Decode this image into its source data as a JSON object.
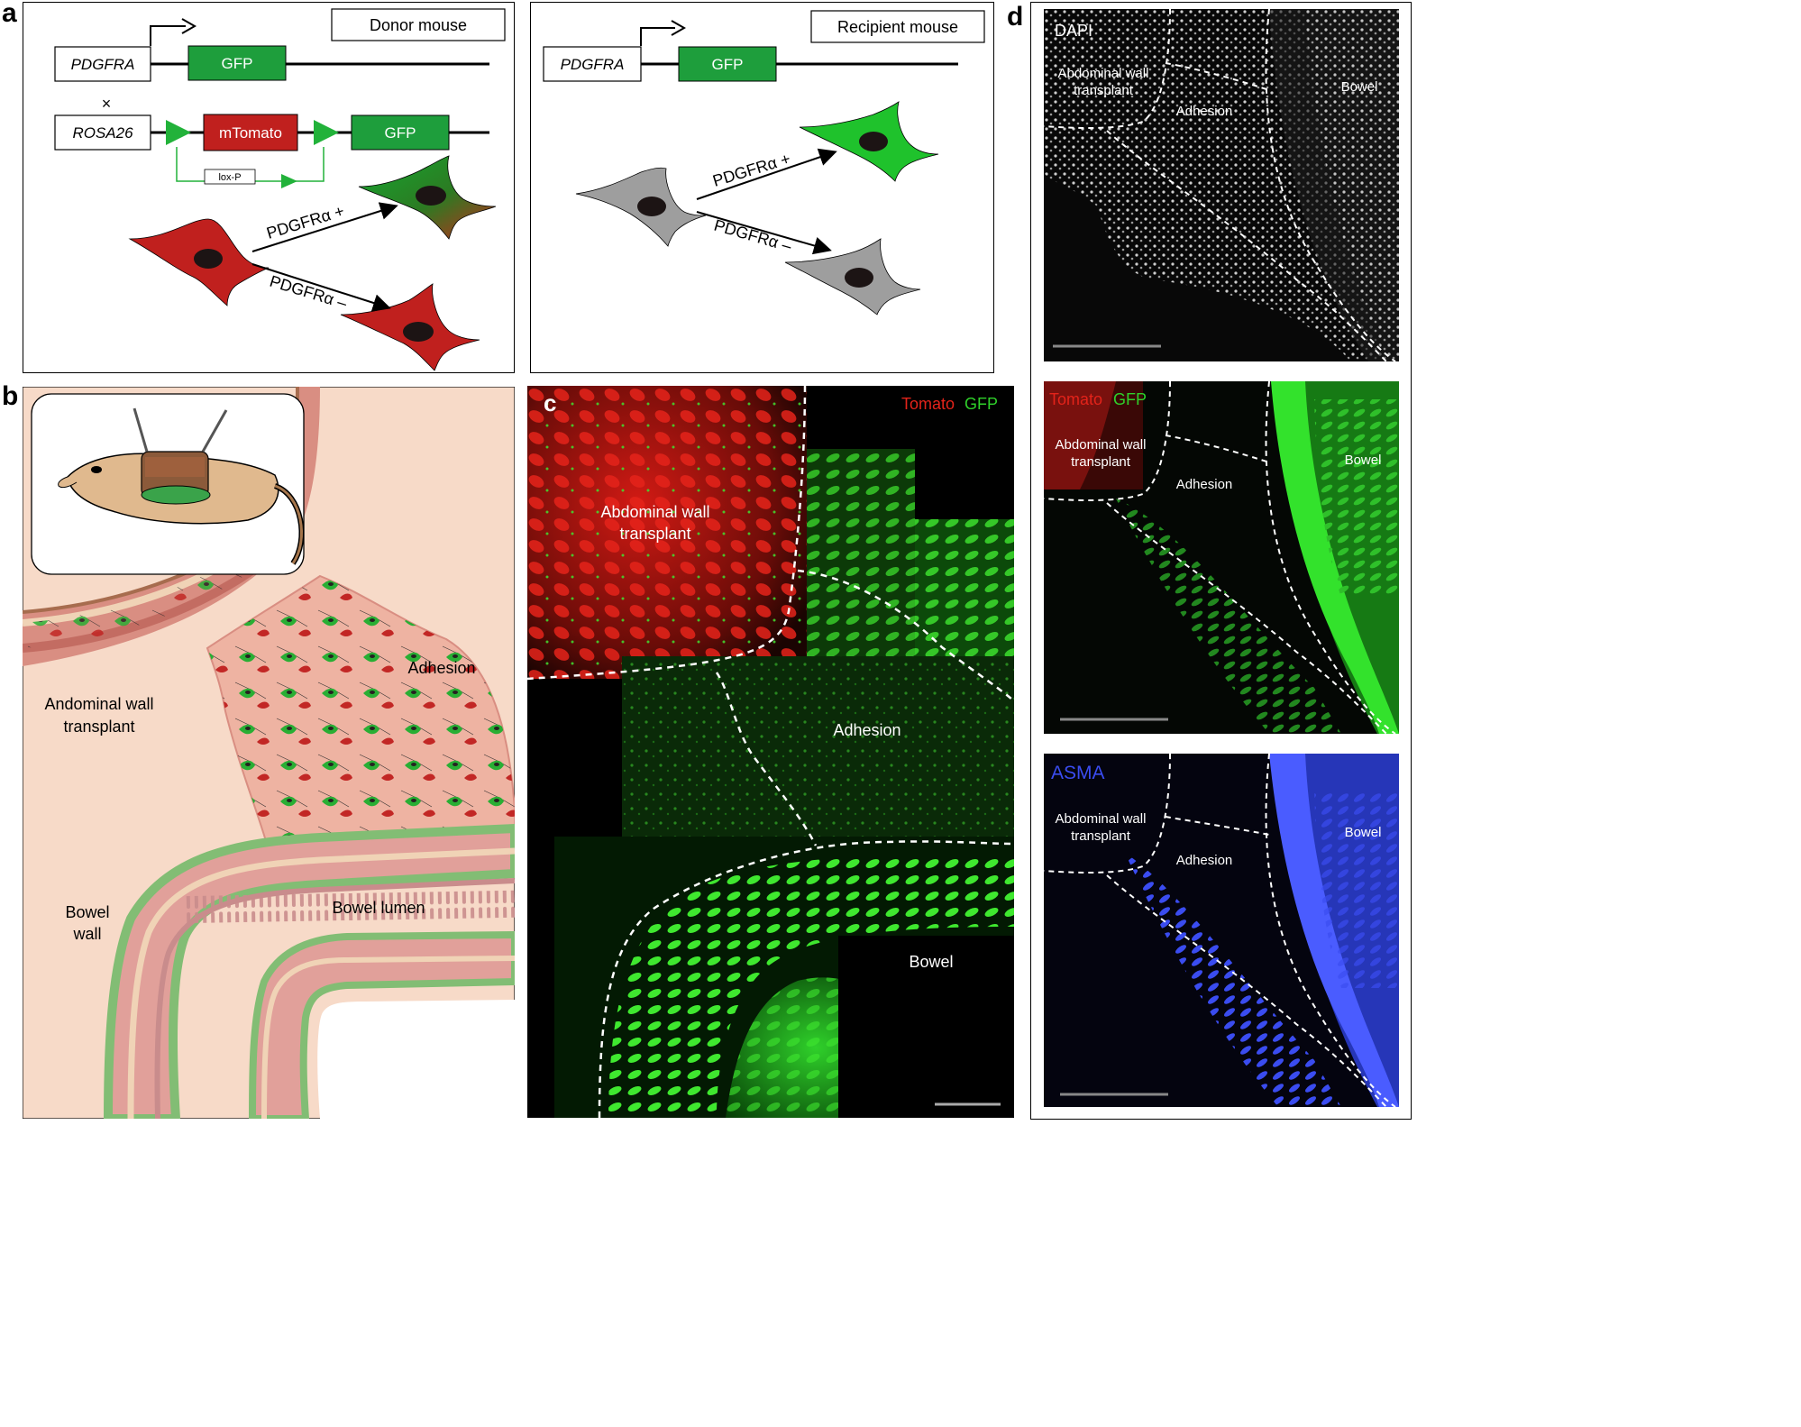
{
  "panel_labels": {
    "a": "a",
    "b": "b",
    "c": "c",
    "d": "d"
  },
  "panel_a": {
    "donor": {
      "title": "Donor mouse",
      "gene1": "PDGFRA",
      "gene1_reporter": "GFP",
      "cross": "×",
      "gene2": "ROSA26",
      "floxed": "mTomato",
      "reporter2": "GFP",
      "loxp": "lox-P",
      "pos_arrow": "PDGFRα +",
      "neg_arrow": "PDGFRα –"
    },
    "recipient": {
      "title": "Recipient mouse",
      "gene1": "PDGFRA",
      "reporter": "GFP",
      "pos_arrow": "PDGFRα +",
      "neg_arrow": "PDGFRα –"
    }
  },
  "panel_b": {
    "labels": {
      "adhesion": "Adhesion",
      "wall_line1": "Andominal wall",
      "wall_line2": "transplant",
      "bowel_wall_line1": "Bowel",
      "bowel_wall_line2": "wall",
      "lumen": "Bowel lumen"
    }
  },
  "panel_c": {
    "legend_tomato": "Tomato",
    "legend_gfp": "GFP",
    "region_wall_line1": "Abdominal wall",
    "region_wall_line2": "transplant",
    "region_adhesion": "Adhesion",
    "region_bowel": "Bowel"
  },
  "panel_d": {
    "dapi": {
      "channel": "DAPI",
      "wall_line1": "Abdominal wall",
      "wall_line2": "transplant",
      "adhesion": "Adhesion",
      "bowel": "Bowel"
    },
    "tomato_gfp": {
      "channel_tomato": "Tomato",
      "channel_gfp": "GFP",
      "wall_line1": "Abdominal wall",
      "wall_line2": "transplant",
      "adhesion": "Adhesion",
      "bowel": "Bowel"
    },
    "asma": {
      "channel": "ASMA",
      "wall_line1": "Abdominal wall",
      "wall_line2": "transplant",
      "adhesion": "Adhesion",
      "bowel": "Bowel"
    }
  },
  "colors": {
    "gfp_green": "#1e9e3c",
    "tomato_red": "#c0201e",
    "gray_cell": "#9a9a9a",
    "tissue_pink": "#f6d9c8",
    "asma_blue": "#3a4cf0"
  }
}
